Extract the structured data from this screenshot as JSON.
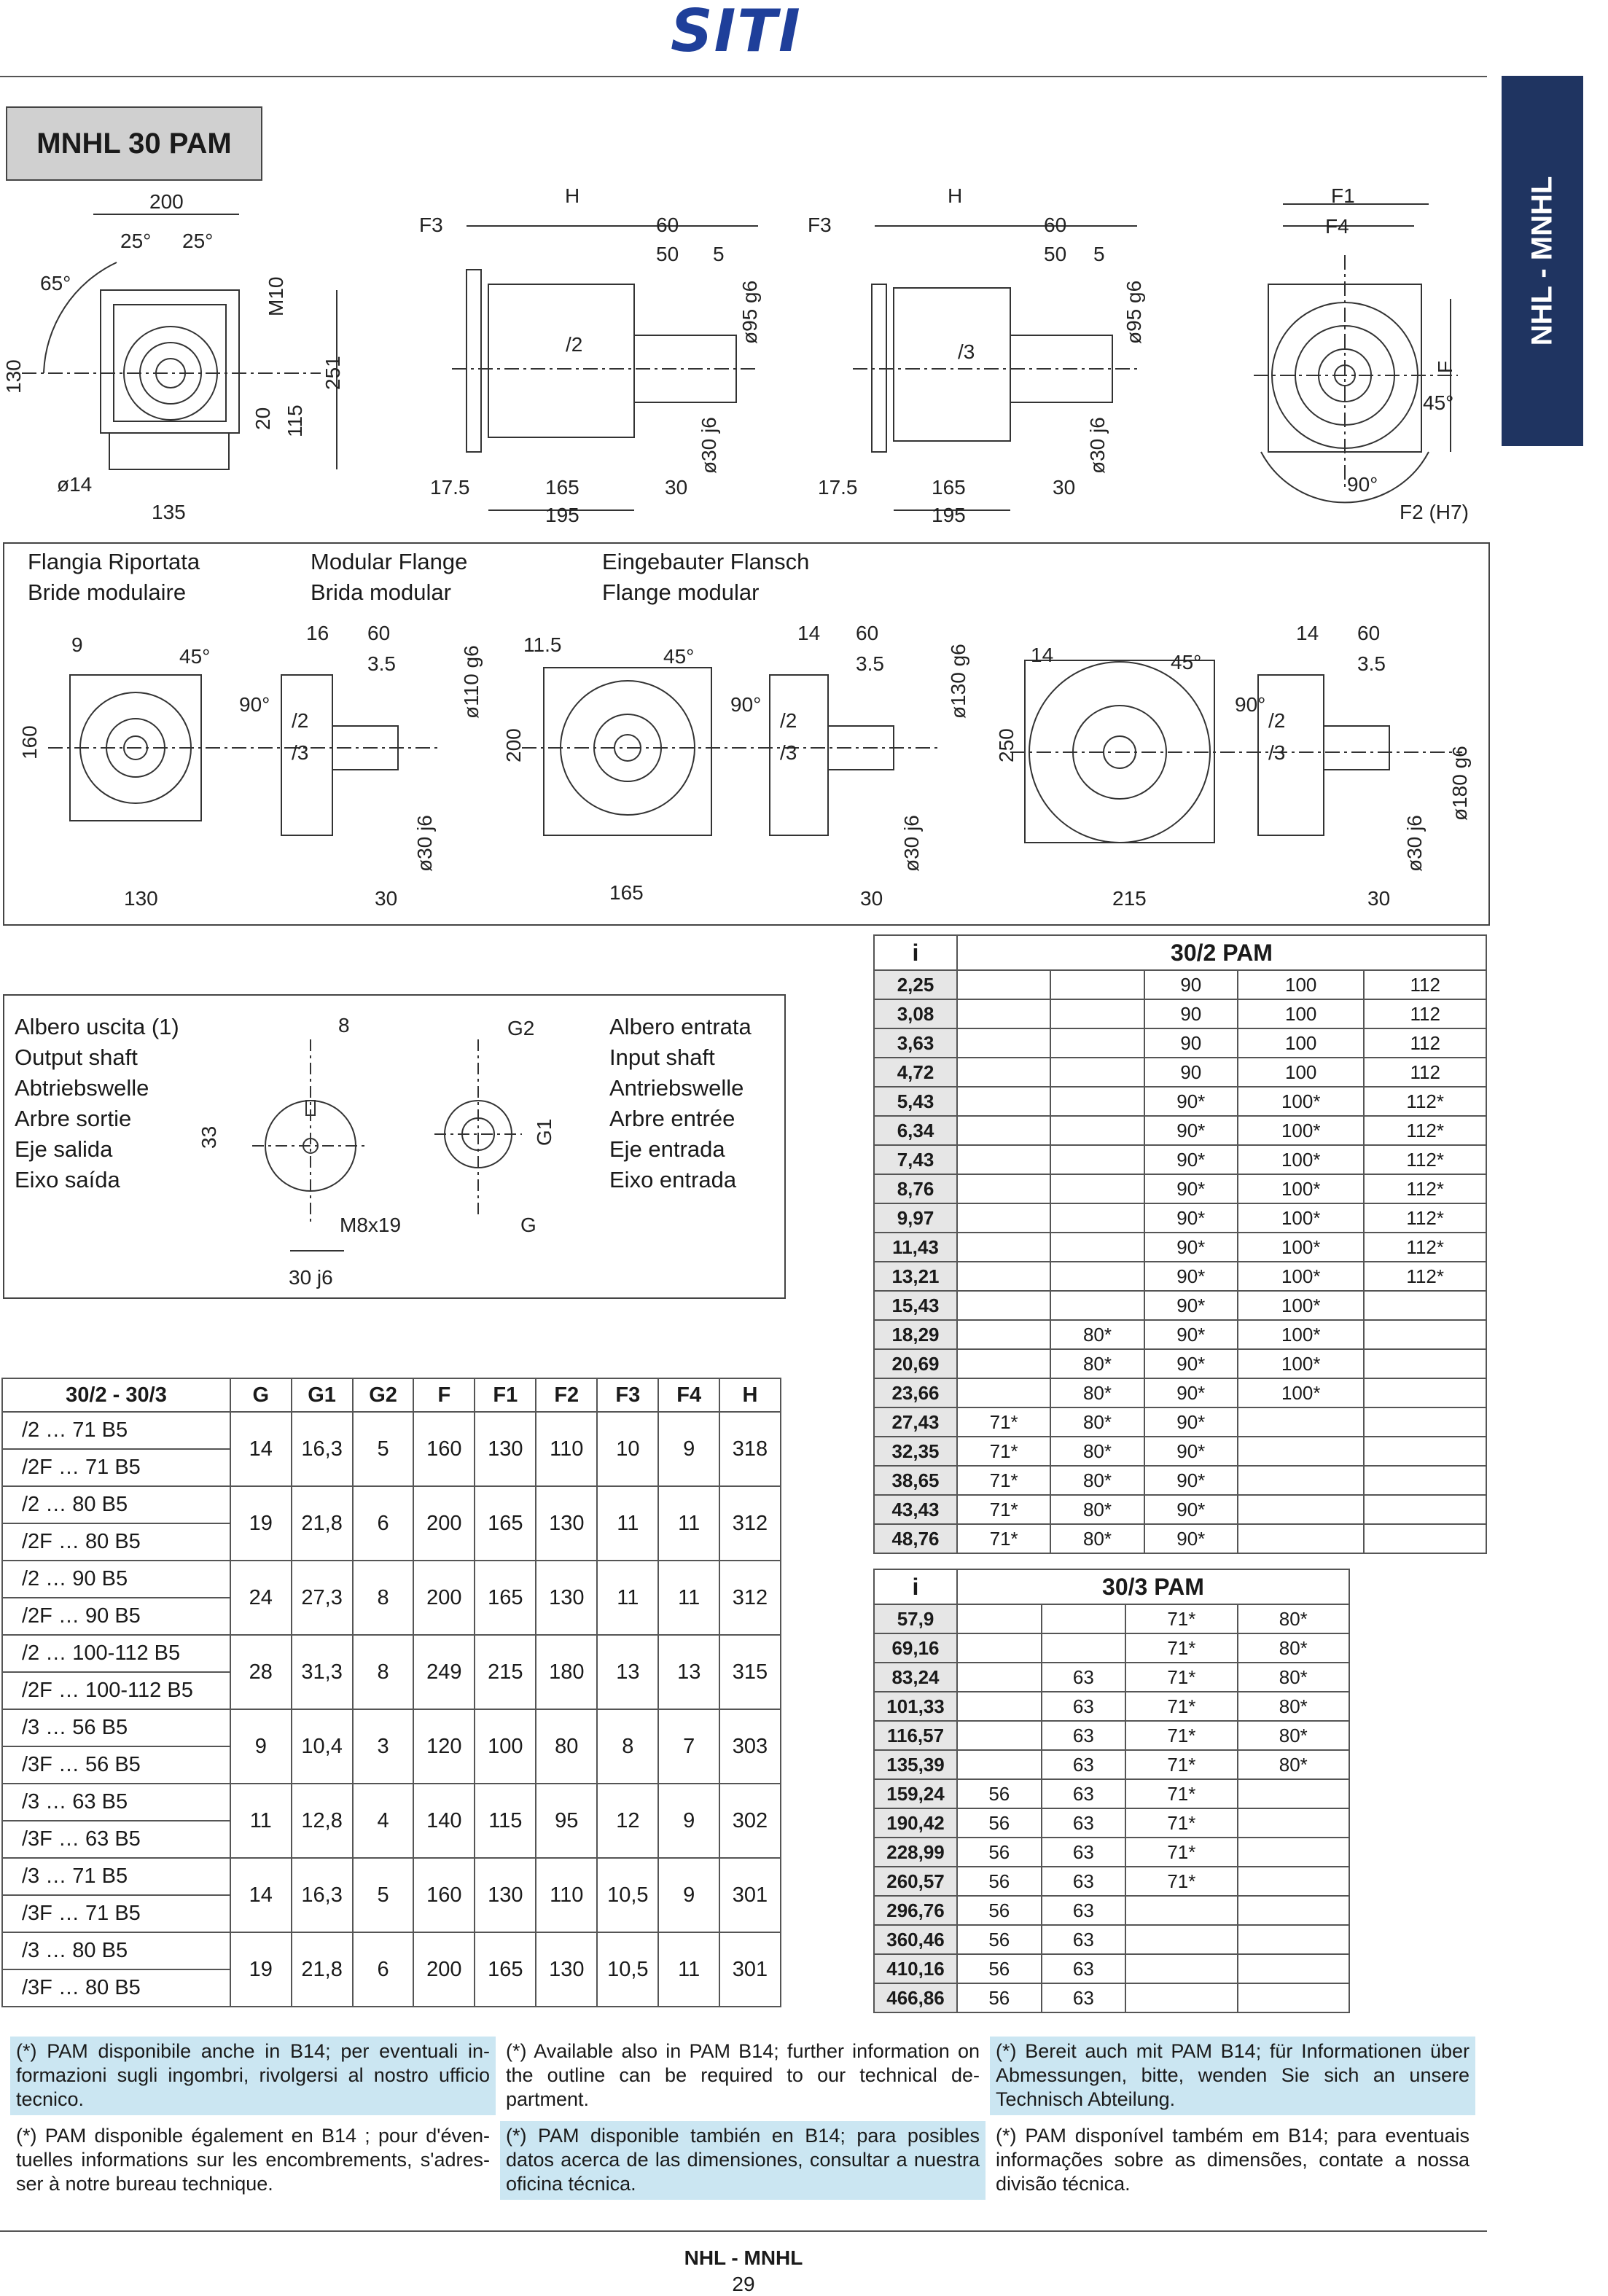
{
  "header": {
    "logo": "SITI",
    "side_tab": "NHL - MNHL"
  },
  "title": "MNHL 30 PAM",
  "top_drawings": {
    "front": [
      "200",
      "25°",
      "25°",
      "65°",
      "M10",
      "130",
      "251",
      "115",
      "20",
      "ø14",
      "135"
    ],
    "side2": [
      "F3",
      "H",
      "60",
      "50",
      "5",
      "/2",
      "ø95 g6",
      "ø30 j6",
      "17.5",
      "165",
      "30",
      "195"
    ],
    "side3": [
      "F3",
      "H",
      "60",
      "50",
      "5",
      "/3",
      "ø95 g6",
      "ø30 j6",
      "17.5",
      "165",
      "30",
      "195"
    ],
    "back": [
      "F1",
      "F4",
      "F",
      "45°",
      "90°",
      "F2 (H7)"
    ]
  },
  "flange_panel": {
    "labels": [
      "Flangia Riportata",
      "Bride modulaire",
      "Modular Flange",
      "Brida modular",
      "Eingebauter Flansch",
      "Flange modular"
    ],
    "dims_a": [
      "9",
      "45°",
      "90°",
      "160",
      "130",
      "16",
      "60",
      "3.5",
      "ø110 g6",
      "/2",
      "/3",
      "ø30 j6",
      "30"
    ],
    "dims_b": [
      "11.5",
      "45°",
      "90°",
      "200",
      "165",
      "14",
      "60",
      "3.5",
      "ø130 g6",
      "/2",
      "/3",
      "ø30 j6",
      "30"
    ],
    "dims_c": [
      "14",
      "45°",
      "90°",
      "250",
      "215",
      "14",
      "60",
      "3.5",
      "ø180 g6",
      "/2",
      "/3",
      "ø30 j6",
      "30"
    ]
  },
  "shaft_panel": {
    "output_labels": [
      "Albero uscita (1)",
      "Output shaft",
      "Abtriebswelle",
      "Arbre sortie",
      "Eje salida",
      "Eixo saída"
    ],
    "input_labels": [
      "Albero entrata",
      "Input shaft",
      "Antriebswelle",
      "Arbre entrée",
      "Eje entrada",
      "Eixo entrada"
    ],
    "dims": [
      "8",
      "33",
      "M8x19",
      "30 j6",
      "G2",
      "G1",
      "G"
    ]
  },
  "dim_table": {
    "headers": [
      "30/2 - 30/3",
      "G",
      "G1",
      "G2",
      "F",
      "F1",
      "F2",
      "F3",
      "F4",
      "H"
    ],
    "rows": [
      {
        "labels": [
          "/2 … 71 B5",
          "/2F … 71 B5"
        ],
        "values": [
          "14",
          "16,3",
          "5",
          "160",
          "130",
          "110",
          "10",
          "9",
          "318"
        ]
      },
      {
        "labels": [
          "/2 … 80 B5",
          "/2F … 80 B5"
        ],
        "values": [
          "19",
          "21,8",
          "6",
          "200",
          "165",
          "130",
          "11",
          "11",
          "312"
        ]
      },
      {
        "labels": [
          "/2 … 90 B5",
          "/2F … 90 B5"
        ],
        "values": [
          "24",
          "27,3",
          "8",
          "200",
          "165",
          "130",
          "11",
          "11",
          "312"
        ]
      },
      {
        "labels": [
          "/2 … 100-112 B5",
          "/2F … 100-112 B5"
        ],
        "values": [
          "28",
          "31,3",
          "8",
          "249",
          "215",
          "180",
          "13",
          "13",
          "315"
        ]
      },
      {
        "labels": [
          "/3 … 56 B5",
          "/3F … 56 B5"
        ],
        "values": [
          "9",
          "10,4",
          "3",
          "120",
          "100",
          "80",
          "8",
          "7",
          "303"
        ]
      },
      {
        "labels": [
          "/3 … 63 B5",
          "/3F … 63 B5"
        ],
        "values": [
          "11",
          "12,8",
          "4",
          "140",
          "115",
          "95",
          "12",
          "9",
          "302"
        ]
      },
      {
        "labels": [
          "/3 … 71 B5",
          "/3F … 71 B5"
        ],
        "values": [
          "14",
          "16,3",
          "5",
          "160",
          "130",
          "110",
          "10,5",
          "9",
          "301"
        ]
      },
      {
        "labels": [
          "/3 … 80 B5",
          "/3F … 80 B5"
        ],
        "values": [
          "19",
          "21,8",
          "6",
          "200",
          "165",
          "130",
          "10,5",
          "11",
          "301"
        ]
      }
    ]
  },
  "pam2_table": {
    "headers": [
      "i",
      "30/2 PAM"
    ],
    "rows": [
      [
        "2,25",
        "",
        "",
        "90",
        "100",
        "112"
      ],
      [
        "3,08",
        "",
        "",
        "90",
        "100",
        "112"
      ],
      [
        "3,63",
        "",
        "",
        "90",
        "100",
        "112"
      ],
      [
        "4,72",
        "",
        "",
        "90",
        "100",
        "112"
      ],
      [
        "5,43",
        "",
        "",
        "90*",
        "100*",
        "112*"
      ],
      [
        "6,34",
        "",
        "",
        "90*",
        "100*",
        "112*"
      ],
      [
        "7,43",
        "",
        "",
        "90*",
        "100*",
        "112*"
      ],
      [
        "8,76",
        "",
        "",
        "90*",
        "100*",
        "112*"
      ],
      [
        "9,97",
        "",
        "",
        "90*",
        "100*",
        "112*"
      ],
      [
        "11,43",
        "",
        "",
        "90*",
        "100*",
        "112*"
      ],
      [
        "13,21",
        "",
        "",
        "90*",
        "100*",
        "112*"
      ],
      [
        "15,43",
        "",
        "",
        "90*",
        "100*",
        ""
      ],
      [
        "18,29",
        "",
        "80*",
        "90*",
        "100*",
        ""
      ],
      [
        "20,69",
        "",
        "80*",
        "90*",
        "100*",
        ""
      ],
      [
        "23,66",
        "",
        "80*",
        "90*",
        "100*",
        ""
      ],
      [
        "27,43",
        "71*",
        "80*",
        "90*",
        "",
        ""
      ],
      [
        "32,35",
        "71*",
        "80*",
        "90*",
        "",
        ""
      ],
      [
        "38,65",
        "71*",
        "80*",
        "90*",
        "",
        ""
      ],
      [
        "43,43",
        "71*",
        "80*",
        "90*",
        "",
        ""
      ],
      [
        "48,76",
        "71*",
        "80*",
        "90*",
        "",
        ""
      ]
    ]
  },
  "pam3_table": {
    "headers": [
      "i",
      "30/3 PAM"
    ],
    "rows": [
      [
        "57,9",
        "",
        "",
        "71*",
        "80*"
      ],
      [
        "69,16",
        "",
        "",
        "71*",
        "80*"
      ],
      [
        "83,24",
        "",
        "63",
        "71*",
        "80*"
      ],
      [
        "101,33",
        "",
        "63",
        "71*",
        "80*"
      ],
      [
        "116,57",
        "",
        "63",
        "71*",
        "80*"
      ],
      [
        "135,39",
        "",
        "63",
        "71*",
        "80*"
      ],
      [
        "159,24",
        "56",
        "63",
        "71*",
        ""
      ],
      [
        "190,42",
        "56",
        "63",
        "71*",
        ""
      ],
      [
        "228,99",
        "56",
        "63",
        "71*",
        ""
      ],
      [
        "260,57",
        "56",
        "63",
        "71*",
        ""
      ],
      [
        "296,76",
        "56",
        "63",
        "",
        ""
      ],
      [
        "360,46",
        "56",
        "63",
        "",
        ""
      ],
      [
        "410,16",
        "56",
        "63",
        "",
        ""
      ],
      [
        "466,86",
        "56",
        "63",
        "",
        ""
      ]
    ]
  },
  "notes": {
    "it": "(*) PAM disponibile anche in B14; per eventuali in-formazioni sugli ingombri, rivolgersi al nostro ufficio tecnico.",
    "en": "(*) Available also in PAM B14; further information on the outline can be required to our technical de-partment.",
    "de": "(*) Bereit auch mit PAM B14; für Informationen über Abmessungen, bitte, wenden Sie sich an unsere Technisch Abteilung.",
    "fr": "(*) PAM disponible également en B14 ; pour d'éven-tuelles informations sur les encombrements, s'adres-ser à notre bureau technique.",
    "es": "(*) PAM disponible también en B14; para posibles datos acerca de las dimensiones, consultar a nuestra oficina técnica.",
    "pt": "(*) PAM disponível também em B14; para eventuais informações sobre as dimensões, contate a nossa divisão técnica."
  },
  "footer": {
    "series": "NHL - MNHL",
    "page": "29"
  },
  "colors": {
    "brand_blue": "#1f3f9a",
    "side_tab": "#1f3461",
    "note_blue": "#cbe6f2",
    "i_column_bg": "#e6e6e6",
    "title_box": "#d0d0d0"
  }
}
